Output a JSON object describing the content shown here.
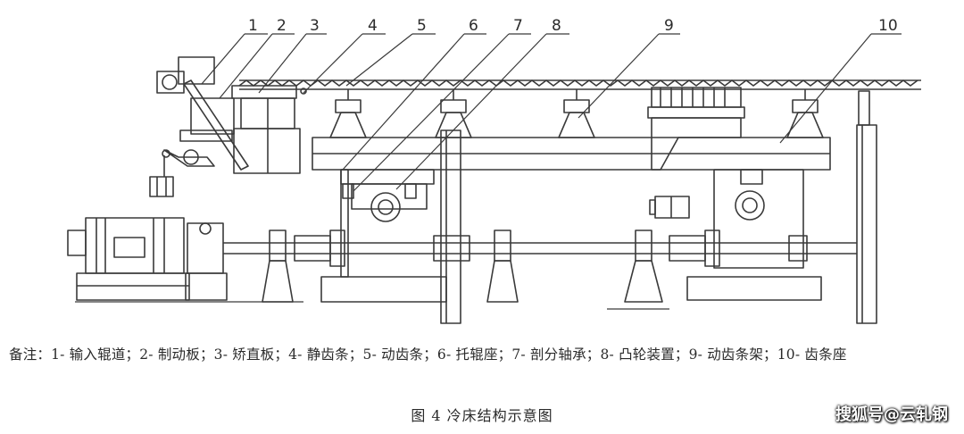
{
  "figure": {
    "callouts": [
      "1",
      "2",
      "3",
      "4",
      "5",
      "6",
      "7",
      "8",
      "9",
      "10"
    ]
  },
  "note": {
    "text": "备注：1- 输入辊道；2- 制动板；3- 矫直板；4- 静齿条；5- 动齿条；6- 托辊座；7- 剖分轴承；8- 凸轮装置；9- 动齿条架；10- 齿条座"
  },
  "caption": "图 4  冷床结构示意图",
  "watermark": "搜狐号@云轧钢",
  "colors": {
    "line": "#3a3a3a",
    "ink": "#2a2a2a",
    "background": "#ffffff"
  }
}
